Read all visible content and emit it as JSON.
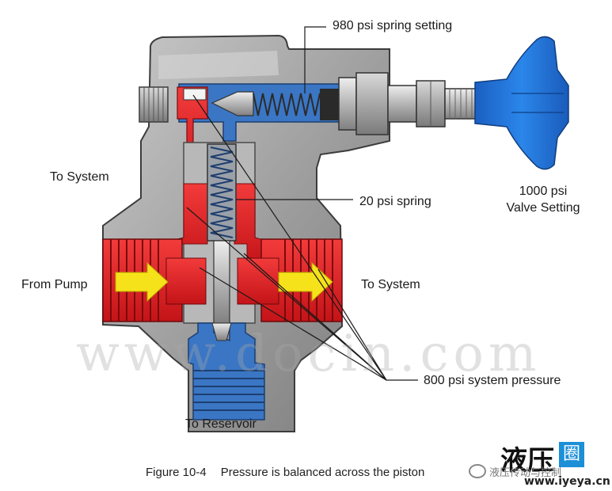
{
  "labels": {
    "spring_980": "980 psi spring setting",
    "to_system_left": "To System",
    "spring_20": "20 psi spring",
    "valve_setting_value": "1000 psi",
    "valve_setting_label": "Valve Setting",
    "from_pump": "From Pump",
    "to_system_right": "To System",
    "system_pressure": "800 psi system pressure",
    "to_reservoir": "To Reservoir"
  },
  "caption": {
    "number": "Figure 10-4",
    "text": "Pressure is balanced across the piston"
  },
  "watermark": {
    "text": "www.docin.com"
  },
  "logo": {
    "chars": "液压",
    "badge": "圈",
    "subtitle": "液压传动与控制",
    "url": "www.iyeya.cn"
  },
  "colors": {
    "body_gray": "#9a9a9a",
    "pressure_red": "#e8232b",
    "reservoir_blue": "#3a76c4",
    "handle_blue": "#1f6fd8",
    "arrow_yellow": "#f6e21a"
  }
}
